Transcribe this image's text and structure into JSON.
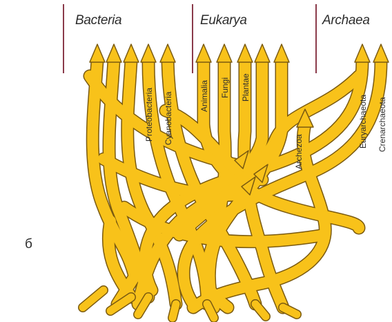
{
  "domains": {
    "bacteria": "Bacteria",
    "eukarya": "Eukarya",
    "archaea": "Archaea"
  },
  "branches": {
    "proteobacteria": "Proteobacteria",
    "cyanobacteria": "Cyanobacteria",
    "animalia": "Animalia",
    "fungi": "Fungi",
    "plantae": "Plantae",
    "archezoa": "Archezoa",
    "euryarchaeota": "Euryarchaeota",
    "crenarchaeota": "Crenarchaeota"
  },
  "panel_letter": "б",
  "colors": {
    "branch_fill": "#f8c21a",
    "branch_outline": "#7a5a10",
    "divider": "#8a3a4a",
    "label_text": "#2d2d2d"
  }
}
